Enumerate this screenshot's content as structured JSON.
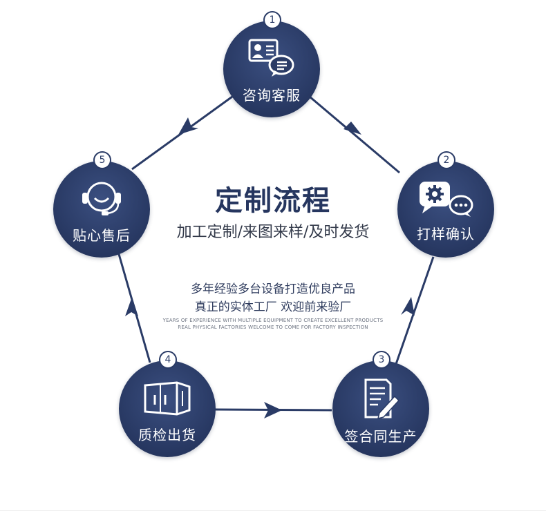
{
  "title": "定制流程",
  "subtitle": "加工定制/来图来样/及时发货",
  "description": [
    "多年经验多台设备打造优良产品",
    "真正的实体工厂 欢迎前来验厂"
  ],
  "english": [
    "YEARS OF EXPERIENCE WITH MULTIPLE EQUIPMENT TO CREATE EXCELLENT PRODUCTS",
    "REAL PHYSICAL FACTORIES WELCOME TO COME FOR FACTORY INSPECTION"
  ],
  "steps": [
    {
      "num": "1",
      "label": "咨询客服",
      "icon": "consult-chat-icon"
    },
    {
      "num": "2",
      "label": "打样确认",
      "icon": "gear-chat-icon"
    },
    {
      "num": "3",
      "label": "签合同生产",
      "icon": "contract-pen-icon"
    },
    {
      "num": "4",
      "label": "质检出货",
      "icon": "container-icon"
    },
    {
      "num": "5",
      "label": "贴心售后",
      "icon": "headset-smile-icon"
    }
  ],
  "colors": {
    "node": "#2a3b66",
    "line": "#2a3b66",
    "title": "#26365f"
  }
}
